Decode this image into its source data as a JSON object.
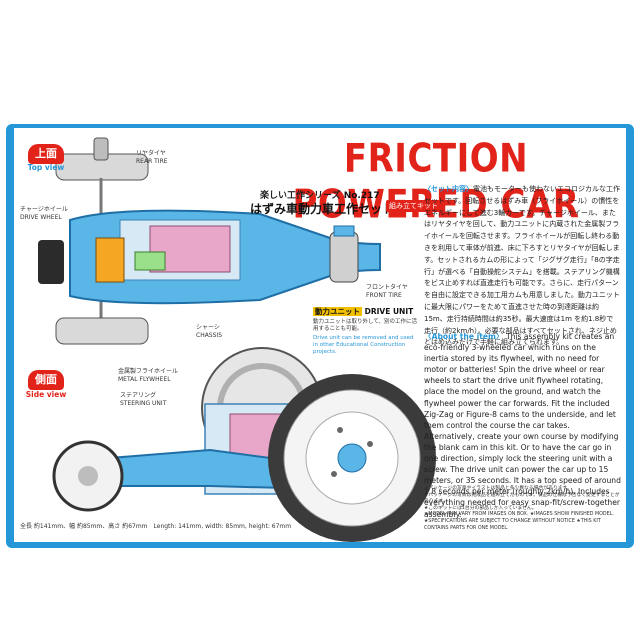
{
  "title": "FRICTION POWERED CAR",
  "series": {
    "label": "楽しい工作シリーズ",
    "number": "No.217"
  },
  "product_name_jp": "はずみ車動力車工作セット",
  "kit_badge": "組み立てキット",
  "views": {
    "top": {
      "jp": "上面",
      "en": "Top view"
    },
    "side": {
      "jp": "側面",
      "en": "Side view"
    }
  },
  "parts": {
    "rear_tire": {
      "jp": "リヤタイヤ",
      "en": "REAR TIRE"
    },
    "drive_wheel": {
      "jp": "チャージホイール",
      "en": "DRIVE WHEEL"
    },
    "front_tire": {
      "jp": "フロントタイヤ",
      "en": "FRONT TIRE"
    },
    "chassis": {
      "jp": "シャーシ",
      "en": "CHASSIS"
    },
    "metal_flywheel": {
      "jp": "金属製フライホイール",
      "en": "METAL FLYWHEEL"
    },
    "steering_unit": {
      "jp": "ステアリング",
      "en": "STEERING UNIT"
    }
  },
  "drive_unit": {
    "heading_jp": "動力ユニット",
    "heading_en": "DRIVE UNIT",
    "note_jp": "動力ユニットは取り外して、別の工作に活用することも可能。",
    "note_en": "Drive unit can be removed and used in other Educational Construction projects."
  },
  "jp_description": {
    "label": "〈セット内容〉",
    "text": "電池もモーターも使わないエコロジカルな工作セットです。回転させるはずみ車（フライホイール）の慣性をエネルギーにして進む3輪カーです。チャージホイール、またはリヤタイヤを回して、動力ユニットに内蔵された金属製フライホイールを回転させます。フライホイールが回転し終わる動きを利用して車体が前進、床に下ろすとリヤタイヤが回転します。セットされるカムの形によって「ジグザグ走行」「8の字走行」が選べる「自動操舵システム」を搭載。ステアリング機構をビス止めすれば直進走行も可能です。さらに、走行パターンを自由に設定できる加工用カムも用意しました。動力ユニットに最大限にパワーをためて直進させた時の到達距離は約15m、走行持続時間は約35秒。最大速度は1m を約1.8秒で走行（約2km/h）。必要な部品はすべてセットされ、ネジ止めとはめ込みだけで手軽に組み立てられます。"
  },
  "about": {
    "label": "〈About the item〉",
    "text": "This assembly kit creates an eco-friendly 3-wheeled car which runs on the inertia stored by its flywheel, with no need for motor or batteries! Spin the drive wheel or rear wheels to start the drive unit flywheel rotating, place the model on the ground, and watch the flywheel power the car forwards. Fit the included Zig-Zag or Figure-8 cams to the underside, and let them control the course the car takes. Alternatively, create your own course by modifying the blank cam in this kit. Or to have the car go in one direction, simply lock the steering unit with a screw. The drive unit can power the car up to 15 meters, or 35 seconds. It has a top speed of around 1.8 seconds per meter (roughly 2km/h). Includes everything needed for easy snap-fit/screw-together assembly."
  },
  "dimensions": "全長 約141mm、幅 約85mm、高さ 約67mm　Length: 141mm, width: 85mm, height: 67mm",
  "fine_print": [
    "★パッケージの写真やイラストは製品と多少異なる場合があります。",
    "★パッケージの写真は完成品を組み立てたものです。製品の仕様は予告なく変更することがあります。",
    "★このキットには1台分の部品しか入っていません。",
    "★MODEL MAY VARY FROM IMAGES ON BOX. ★IMAGES SHOW FINISHED MODEL. ★SPECIFICATIONS ARE SUBJECT TO CHANGE WITHOUT NOTICE ★THIS KIT CONTAINS PARTS FOR ONE MODEL."
  ],
  "colors": {
    "frame_blue": "#2596d8",
    "title_red": "#e2231a",
    "badge_yellow": "#f3c000"
  }
}
